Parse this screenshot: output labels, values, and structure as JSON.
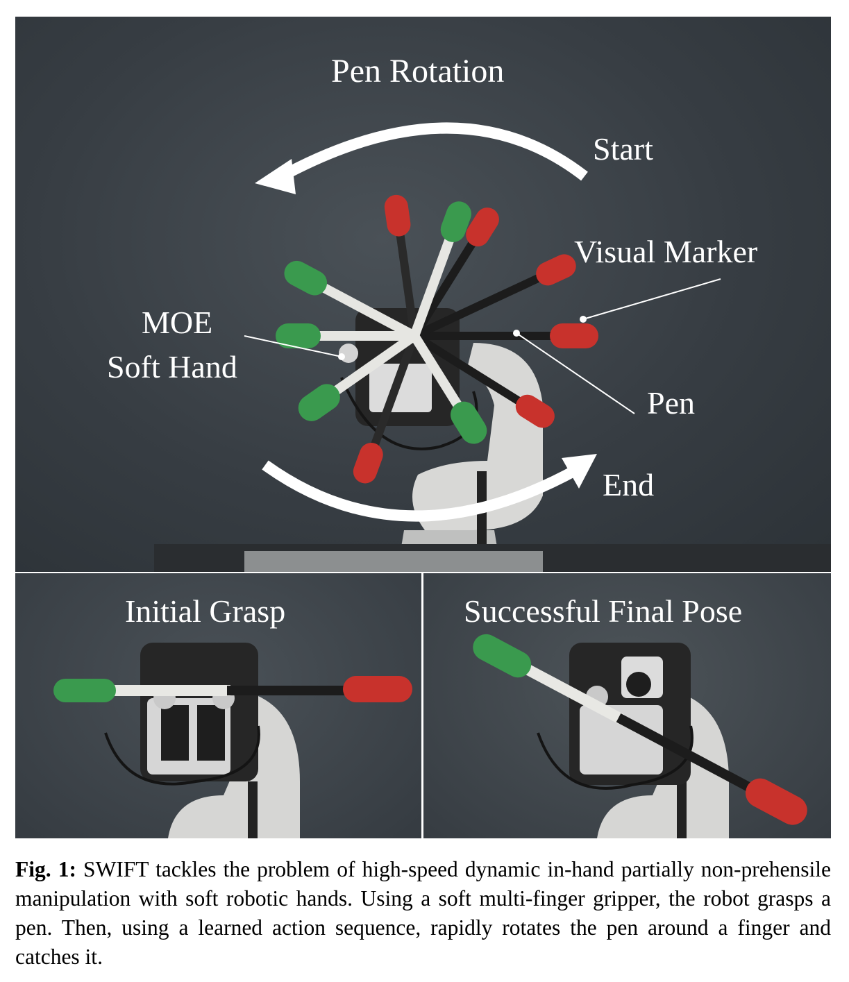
{
  "figure": {
    "top_panel": {
      "title": "Pen Rotation",
      "labels": {
        "start": "Start",
        "visual_marker": "Visual Marker",
        "moe_line1": "MOE",
        "moe_line2": "Soft Hand",
        "pen": "Pen",
        "end": "End"
      }
    },
    "bottom_left_panel": {
      "title": "Initial Grasp"
    },
    "bottom_right_panel": {
      "title": "Successful Final Pose"
    }
  },
  "caption": {
    "label": "Fig. 1:",
    "text": " SWIFT tackles the problem of high-speed dynamic in-hand partially non-prehensile manipulation with soft robotic hands. Using a soft multi-finger gripper, the robot grasps a pen. Then, using a learned action sequence, rapidly rotates the pen around a finger and catches it."
  },
  "colors": {
    "background": "#3a4046",
    "marker_red": "#c8322c",
    "marker_green": "#3a9a4e",
    "pen_white": "#e6e6e2",
    "pen_black": "#1c1c1c",
    "annotation": "#ffffff"
  }
}
